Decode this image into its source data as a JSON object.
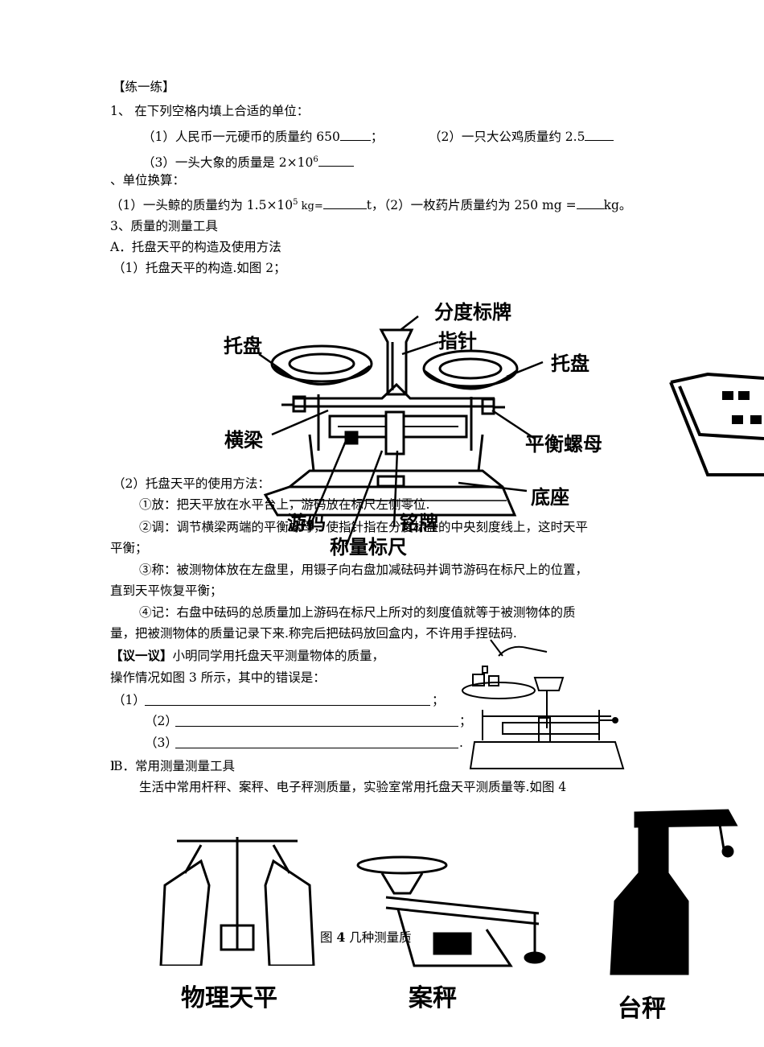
{
  "practice": {
    "heading": "【练一练】",
    "q1": "1、 在下列空格内填上合适的单位：",
    "q1_1a": "（1）人民币一元硬币的质量约 650",
    "q1_1b": "；",
    "q1_2": "（2）一只大公鸡质量约 2.5",
    "q1_3a": "（3）一头大象的质量是 2×10",
    "q1_3exp": "6",
    "q2": "、单位换算：",
    "q2_a": "（1）一头鲸的质量约为 1.5×10",
    "q2_exp": "5",
    "q2_b": " kg=",
    "q2_c": "t，（2）一枚药片质量约为 250 mg =",
    "q2_d": "kg。"
  },
  "section3": {
    "title": "3、质量的测量工具",
    "a_title": "A．托盘天平的构造及使用方法",
    "a1": "（1）托盘天平的构造.如图 2；"
  },
  "figure2": {
    "labels": {
      "scale_plate": "分度标牌",
      "pointer": "指针",
      "left_pan": "托盘",
      "right_pan": "托盘",
      "beam": "横梁",
      "nut": "平衡螺母",
      "base": "底座",
      "rider": "游码",
      "nameplate": "铭牌",
      "scale": "称量标尺"
    }
  },
  "usage": {
    "title": "（2）托盘天平的使用方法：",
    "step1": "①放：把天平放在水平台上，游码放在标尺左侧零位.",
    "step2a": "②调：调节横梁两端的平衡螺母，使指针指在分度标盘的中央刻度线上，这时天平",
    "step2b": "平衡；",
    "step3a": "③称：被测物体放在左盘里，用镊子向右盘加减砝码并调节游码在标尺上的位置，",
    "step3b": "直到天平恢复平衡；",
    "step4a": "④记：右盘中砝码的总质量加上游码在标尺上所对的刻度值就等于被测物体的质",
    "step4b": "量，把被测物体的质量记录下来.称完后把砝码放回盒内，不许用手捏砝码."
  },
  "discuss": {
    "line1_head": "【议一议】",
    "line1_rest": "小明同学用托盘天平测量物体的质量，",
    "line2": "操作情况如图 3 所示，其中的错误是：",
    "item1": "（1）",
    "item1_end": "；",
    "item2": "（2）",
    "item2_end": "；",
    "item3": "（3）",
    "item3_end": "."
  },
  "sectionB": {
    "title": "B．常用测量测量工具",
    "text": "生活中常用杆秤、案秤、电子秤测质量，实验室常用托盘天平测质量等.如图 4"
  },
  "figure4": {
    "caption_pre": "图 ",
    "caption_num": "4",
    "caption_rest": " 几种测量质",
    "labels": [
      "物理天平",
      "案秤",
      "台秤"
    ]
  }
}
